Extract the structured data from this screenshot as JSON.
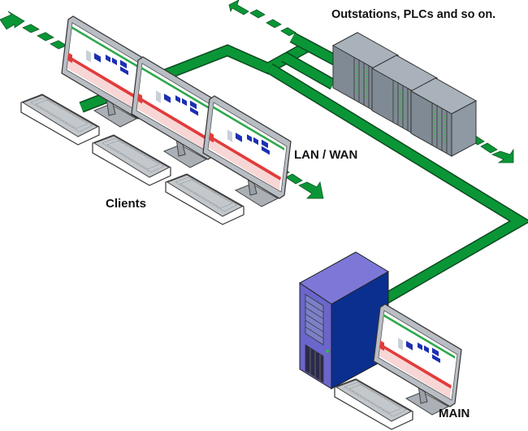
{
  "diagram": {
    "title": "Network topology",
    "labels": {
      "outstations": "Outstations, PLCs and so on.",
      "network": "LAN / WAN",
      "clients": "Clients",
      "main": "MAIN"
    },
    "nodes": [
      {
        "id": "client-1",
        "type": "workstation",
        "group": "Clients"
      },
      {
        "id": "client-2",
        "type": "workstation",
        "group": "Clients"
      },
      {
        "id": "client-3",
        "type": "workstation",
        "group": "Clients"
      },
      {
        "id": "outstation-1",
        "type": "plc-rack",
        "group": "Outstations"
      },
      {
        "id": "outstation-2",
        "type": "plc-rack",
        "group": "Outstations"
      },
      {
        "id": "outstation-3",
        "type": "plc-rack",
        "group": "Outstations"
      },
      {
        "id": "main-server",
        "type": "tower-server",
        "group": "MAIN"
      },
      {
        "id": "main-workstation",
        "type": "workstation",
        "group": "MAIN"
      }
    ],
    "links": [
      {
        "from": "clients",
        "to": "network",
        "style": "solid"
      },
      {
        "from": "network",
        "to": "outstations",
        "style": "solid"
      },
      {
        "from": "network",
        "to": "main-server",
        "style": "solid"
      },
      {
        "from": "clients",
        "to": "offscreen",
        "style": "dashed-arrow"
      },
      {
        "from": "outstations",
        "to": "offscreen",
        "style": "dashed-arrow"
      }
    ],
    "colors": {
      "network": "#0a9636",
      "server_front": "#6a66cc",
      "server_side": "#0b2f8f",
      "rack": "#8e99a3",
      "monitor": "#b9bec4"
    }
  }
}
